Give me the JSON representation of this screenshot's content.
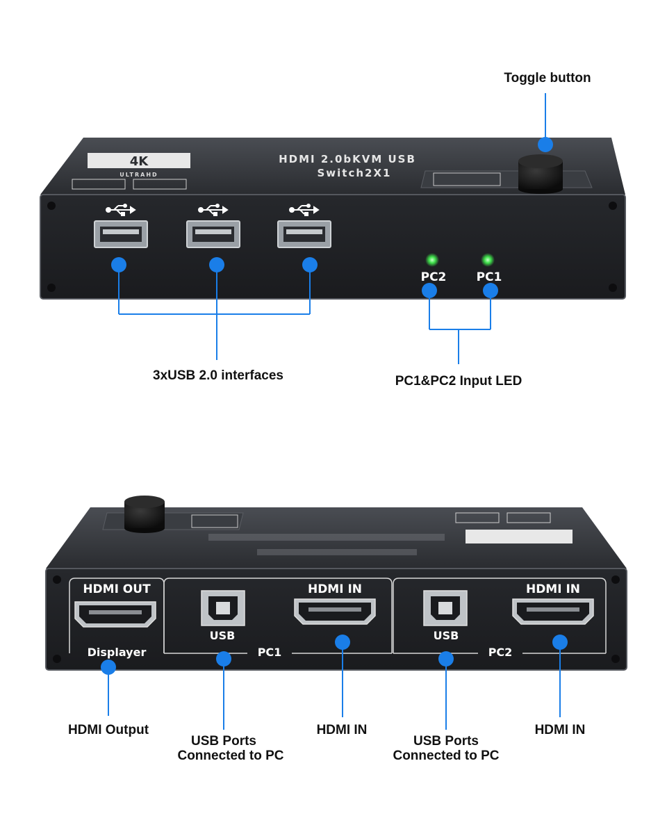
{
  "callouts": {
    "toggle_button": "Toggle button",
    "usb_interfaces": "3xUSB 2.0 interfaces",
    "input_led": "PC1&PC2 Input LED",
    "hdmi_output": "HDMI Output",
    "usb_ports_pc1_line1": "USB Ports",
    "usb_ports_pc1_line2": "Connected to PC",
    "hdmi_in_pc1": "HDMI IN",
    "usb_ports_pc2_line1": "USB Ports",
    "usb_ports_pc2_line2": "Connected to PC",
    "hdmi_in_pc2": "HDMI IN"
  },
  "front_panel": {
    "badge_4k": "4K",
    "badge_ultrahd": "ULTRAHD",
    "top_title_line1": "HDMI 2.0bKVM USB",
    "top_title_line2": "Switch2X1",
    "led_pc2": "PC2",
    "led_pc1": "PC1",
    "led_color": "#3ee04a"
  },
  "back_panel": {
    "hdmi_out_label": "HDMI OUT",
    "displayer_label": "Displayer",
    "usb_label_pc1": "USB",
    "hdmi_in_label_pc1": "HDMI IN",
    "pc1_label": "PC1",
    "usb_label_pc2": "USB",
    "hdmi_in_label_pc2": "HDMI IN",
    "pc2_label": "PC2"
  },
  "colors": {
    "callout_dot": "#1a7ee8",
    "callout_line": "#1a7ee8",
    "device_body": "#2b2d31",
    "device_face": "#1c1d20"
  }
}
